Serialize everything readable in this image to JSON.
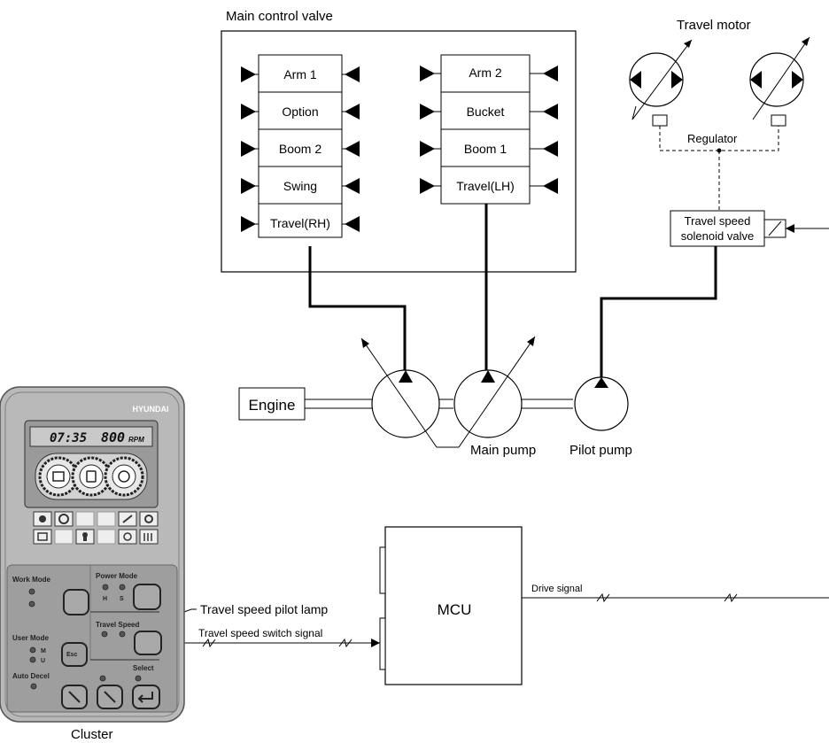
{
  "valve": {
    "title": "Main control valve",
    "left_spools": [
      "Arm 1",
      "Option",
      "Boom 2",
      "Swing",
      "Travel(RH)"
    ],
    "right_spools": [
      "Arm 2",
      "Bucket",
      "Boom 1",
      "Travel(LH)"
    ]
  },
  "travel": {
    "motor_label": "Travel motor",
    "regulator_label": "Regulator",
    "solenoid_line1": "Travel speed",
    "solenoid_line2": "solenoid valve"
  },
  "pumps": {
    "engine": "Engine",
    "main_pump": "Main pump",
    "pilot_pump": "Pilot pump"
  },
  "mcu": {
    "label": "MCU",
    "drive_signal": "Drive signal",
    "switch_signal": "Travel speed switch signal",
    "pilot_lamp": "Travel speed pilot lamp"
  },
  "cluster": {
    "label": "Cluster",
    "brand": "HYUNDAI",
    "clock": "07:35",
    "rpm_value": "800",
    "rpm_unit": "RPM",
    "work_mode": "Work Mode",
    "power_mode": "Power Mode",
    "user_mode": "User Mode",
    "travel_speed": "Travel Speed",
    "auto_decel": "Auto Decel",
    "select": "Select",
    "esc": "Esc",
    "h": "H",
    "s": "S",
    "m": "M",
    "u": "U"
  }
}
